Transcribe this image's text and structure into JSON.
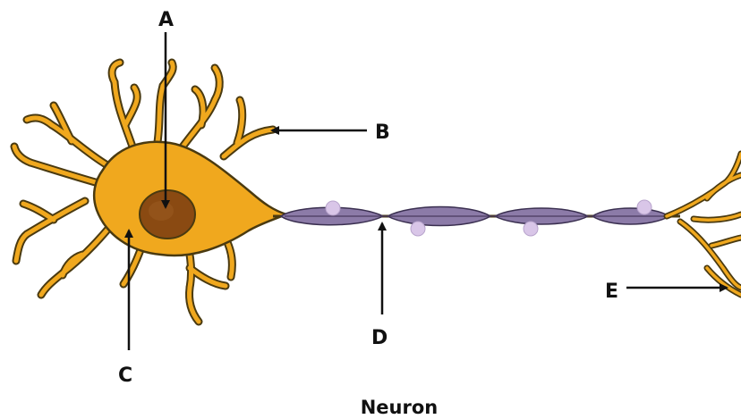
{
  "diagram": {
    "labels": {
      "a": "A",
      "b": "B",
      "c": "C",
      "d": "D",
      "e": "E"
    },
    "caption": "Neuron"
  },
  "colors": {
    "cell_body": "#F0A81E",
    "outline": "#4A3A10",
    "nucleus": "#8A4A12",
    "myelin": "#8C7BA8",
    "node_dots": "#D9C6E8"
  }
}
